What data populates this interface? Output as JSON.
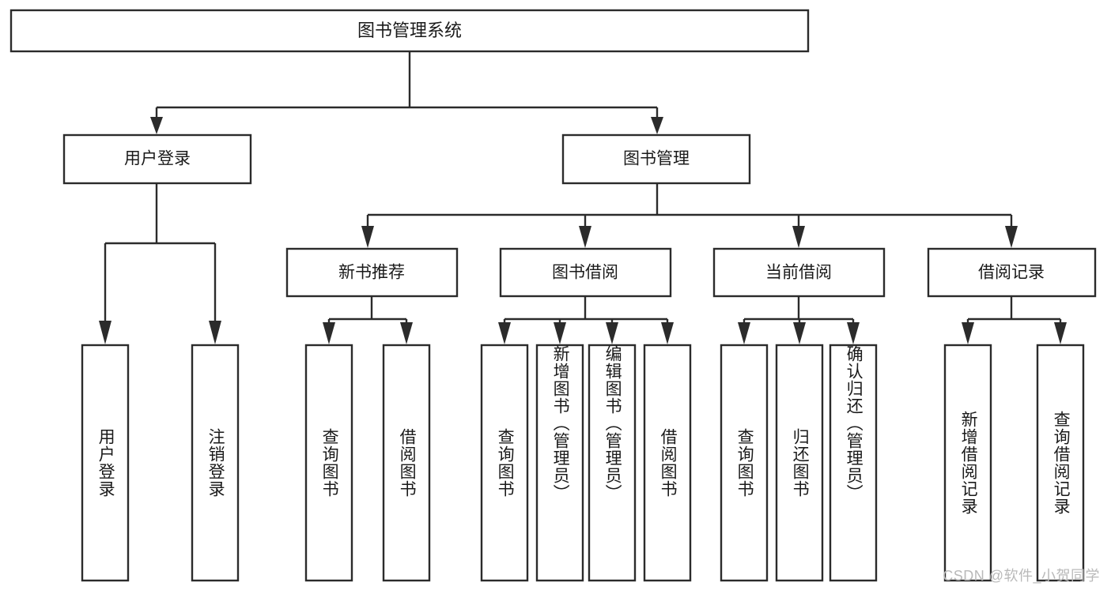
{
  "diagram": {
    "kind": "tree-hierarchy-chart",
    "title": "图书管理系统",
    "background_color": "#ffffff",
    "line_color": "#2b2b2b",
    "text_color": "#1a1a1a",
    "levels": {
      "level1": {
        "label": "图书管理系统"
      },
      "level2": [
        {
          "label": "用户登录"
        },
        {
          "label": "图书管理"
        }
      ],
      "level3": [
        {
          "label": "新书推荐"
        },
        {
          "label": "图书借阅"
        },
        {
          "label": "当前借阅"
        },
        {
          "label": "借阅记录"
        }
      ],
      "leaves": [
        {
          "label": "用户登录",
          "parent": "用户登录"
        },
        {
          "label": "注销登录",
          "parent": "用户登录"
        },
        {
          "label": "查询图书",
          "parent": "新书推荐"
        },
        {
          "label": "借阅图书",
          "parent": "新书推荐"
        },
        {
          "label": "查询图书",
          "parent": "图书借阅"
        },
        {
          "label": "新增图书（管理员）",
          "parent": "图书借阅"
        },
        {
          "label": "编辑图书（管理员）",
          "parent": "图书借阅"
        },
        {
          "label": "借阅图书",
          "parent": "图书借阅"
        },
        {
          "label": "查询图书",
          "parent": "当前借阅"
        },
        {
          "label": "归还图书",
          "parent": "当前借阅"
        },
        {
          "label": "确认归还（管理员）",
          "parent": "当前借阅"
        },
        {
          "label": "新增借阅记录",
          "parent": "借阅记录"
        },
        {
          "label": "查询借阅记录",
          "parent": "借阅记录"
        }
      ]
    }
  },
  "watermark": {
    "text": "CSDN @软件_小贺同学",
    "color": "#b9b9b9"
  }
}
